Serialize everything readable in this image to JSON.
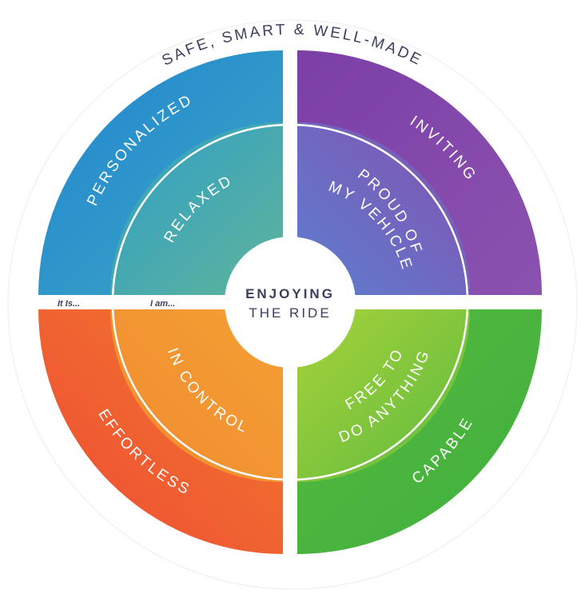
{
  "title": "SAFE, SMART & WELL-MADE",
  "center": {
    "line1": "ENJOYING",
    "line2": "THE RIDE"
  },
  "row_labels": {
    "outer": "It Is...",
    "inner": "I am..."
  },
  "quadrants": [
    {
      "id": "top-left",
      "outer_label": "PERSONALIZED",
      "inner_lines": [
        "RELAXED"
      ],
      "colors": {
        "outer_a": "#1f86d2",
        "outer_b": "#3fa6c2",
        "inner_a": "#2f9fc7",
        "inner_b": "#5fb49a"
      }
    },
    {
      "id": "top-right",
      "outer_label": "INVITING",
      "inner_lines": [
        "PROUD OF",
        "MY VEHICLE"
      ],
      "colors": {
        "outer_a": "#7b3fa6",
        "outer_b": "#8c52b0",
        "inner_a": "#8650b0",
        "inner_b": "#5b7fd0"
      }
    },
    {
      "id": "bottom-left",
      "outer_label": "EFFORTLESS",
      "inner_lines": [
        "IN CONTROL"
      ],
      "colors": {
        "outer_a": "#ef4b35",
        "outer_b": "#f07a2c",
        "inner_a": "#f08a30",
        "inner_b": "#f4a033"
      }
    },
    {
      "id": "bottom-right",
      "outer_label": "CAPABLE",
      "inner_lines": [
        "FREE TO",
        "DO ANYTHING"
      ],
      "colors": {
        "outer_a": "#56b93c",
        "outer_b": "#3fb040",
        "inner_a": "#a8d23a",
        "inner_b": "#5dbb3f"
      }
    }
  ]
}
